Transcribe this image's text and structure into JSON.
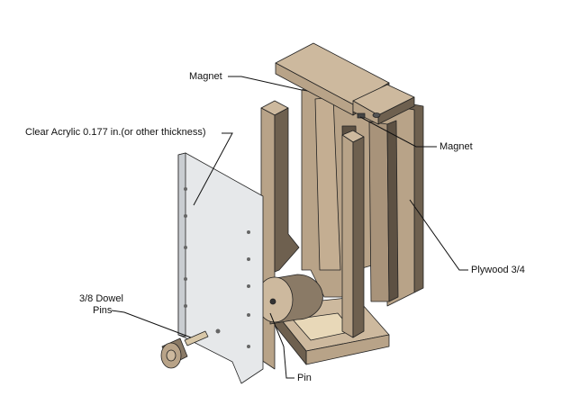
{
  "labels": {
    "magnet_top": "Magnet",
    "acrylic": "Clear Acrylic 0.177 in.(or other thickness)",
    "magnet_right": "Magnet",
    "plywood": "Plywood 3/4",
    "dowel_line1": "3/8 Dowel",
    "dowel_line2": "Pins",
    "pin": "Pin"
  },
  "colors": {
    "wood_top": "#cdb99e",
    "wood_front": "#b8a388",
    "wood_side": "#6e604f",
    "acrylic": "#e6e8ea"
  }
}
